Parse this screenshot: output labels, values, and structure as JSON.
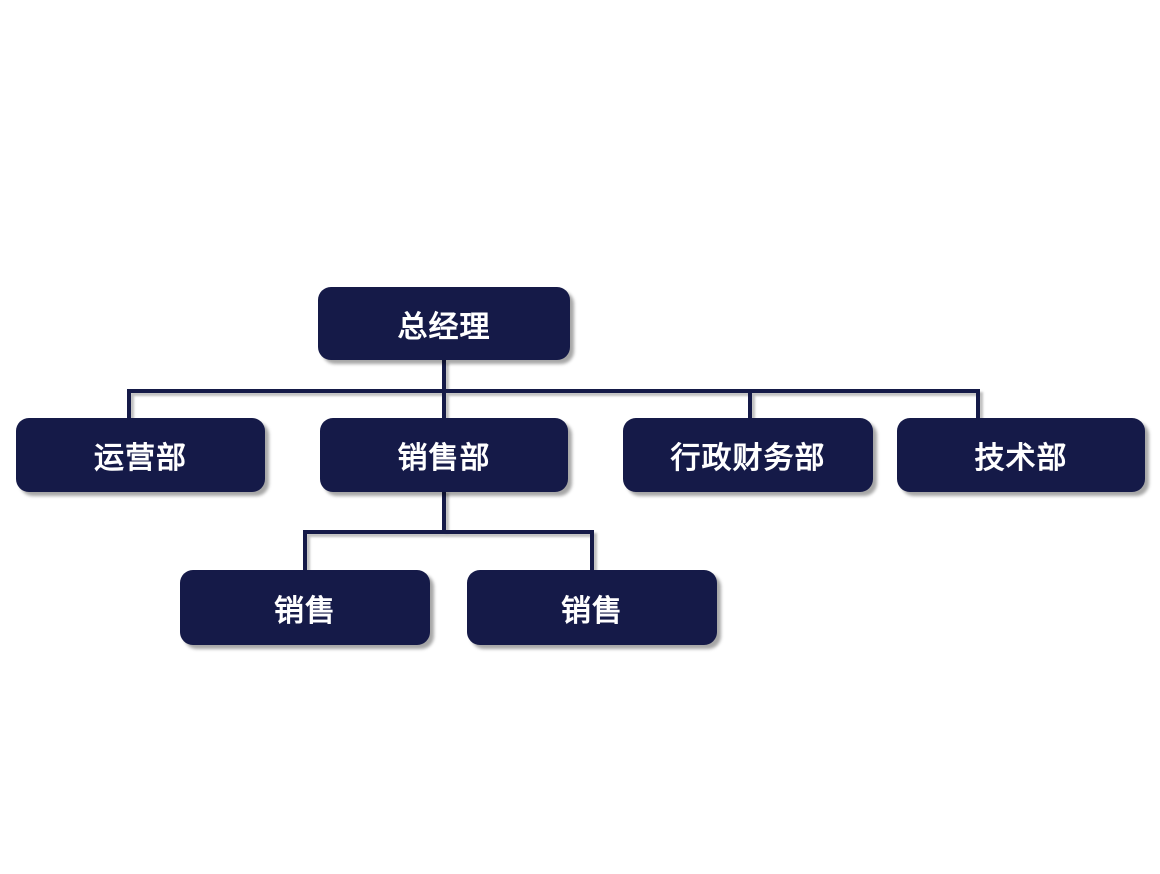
{
  "diagram": {
    "type": "org-chart",
    "colors": {
      "node_fill": "#151A48",
      "node_text": "#FFFFFF",
      "connector": "#151A48",
      "shadow_gray": "#A9A9A9",
      "background": "#FFFFFF"
    },
    "nodes": [
      {
        "id": "general-manager",
        "label": "总经理",
        "level": 1,
        "parent": null
      },
      {
        "id": "operations-dept",
        "label": "运营部",
        "level": 2,
        "parent": "general-manager"
      },
      {
        "id": "sales-dept",
        "label": "销售部",
        "level": 2,
        "parent": "general-manager"
      },
      {
        "id": "admin-finance-dept",
        "label": "行政财务部",
        "level": 2,
        "parent": "general-manager"
      },
      {
        "id": "tech-dept",
        "label": "技术部",
        "level": 2,
        "parent": "general-manager"
      },
      {
        "id": "sales-team-1",
        "label": "销售",
        "level": 3,
        "parent": "sales-dept"
      },
      {
        "id": "sales-team-2",
        "label": "销售",
        "level": 3,
        "parent": "sales-dept"
      }
    ]
  }
}
